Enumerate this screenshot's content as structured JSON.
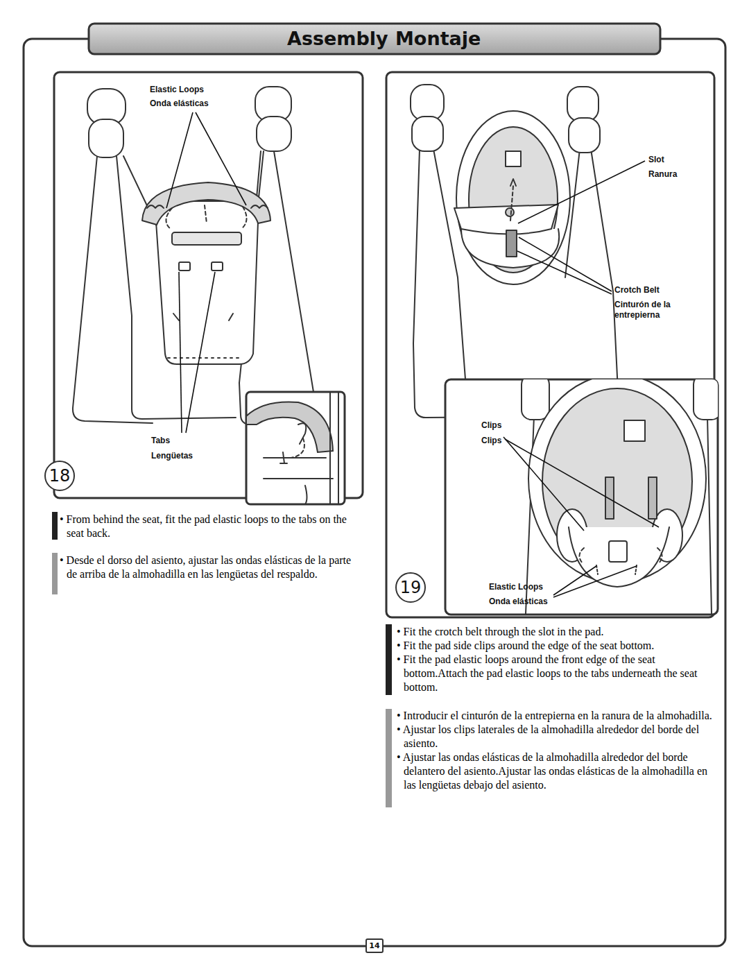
{
  "diagram": {
    "title": "Assembly",
    "nodes": [
      {
        "text": [
          "18"
        ]
      },
      {
        "text": [
          "19"
        ]
      },
      {
        "text": [
          "14"
        ]
      }
    ],
    "labels": [
      "Montaje",
      "Elastic Loops",
      "Onda elásticas",
      "Tabs",
      "Lengüetas",
      "• From behind the seat, fit the pad elastic loops to the tabs on the seat back.",
      "• Desde el dorso del asiento, ajustar las ondas elásticas de la parte de arriba de la almohadilla en las lengüetas del respaldo.",
      "Slot",
      "Ranura",
      "Crotch Belt",
      "Cinturón de la entrepierna",
      "Clips",
      "Clips",
      "Elastic Loops",
      "Onda elásticas",
      "• Fit the crotch belt through the slot in the pad.",
      "• Fit the pad side clips around the edge of the seat bottom.",
      "• Fit the pad elastic loops around the front edge of the seat bottom.Attach the pad elastic loops to the tabs underneath the seat bottom.",
      "• Introducir el cinturón de la entrepierna en la ranura de la almohadilla.",
      "• Ajustar los clips laterales de la almohadilla alrededor del borde del asiento.",
      "• Ajustar las ondas elásticas de la almohadilla alrededor del borde delantero del asiento.Ajustar las ondas elásticas de la almohadilla en las lengüetas debajo del asiento."
    ]
  }
}
